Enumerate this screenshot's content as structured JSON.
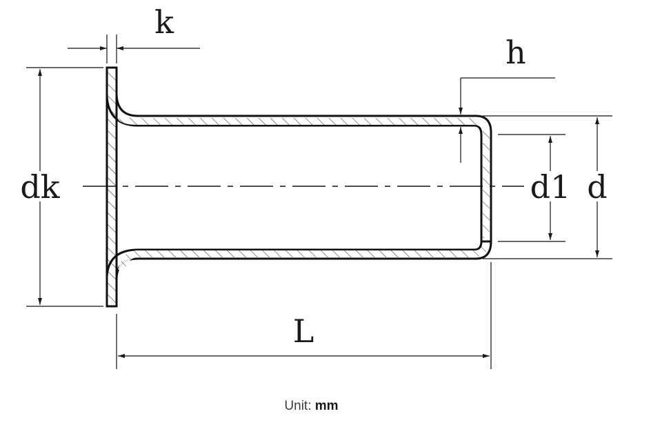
{
  "labels": {
    "k": "k",
    "h": "h",
    "dk": "dk",
    "d1": "d1",
    "d": "d",
    "L": "L"
  },
  "unit": {
    "prefix": "Unit:",
    "value": "mm"
  }
}
